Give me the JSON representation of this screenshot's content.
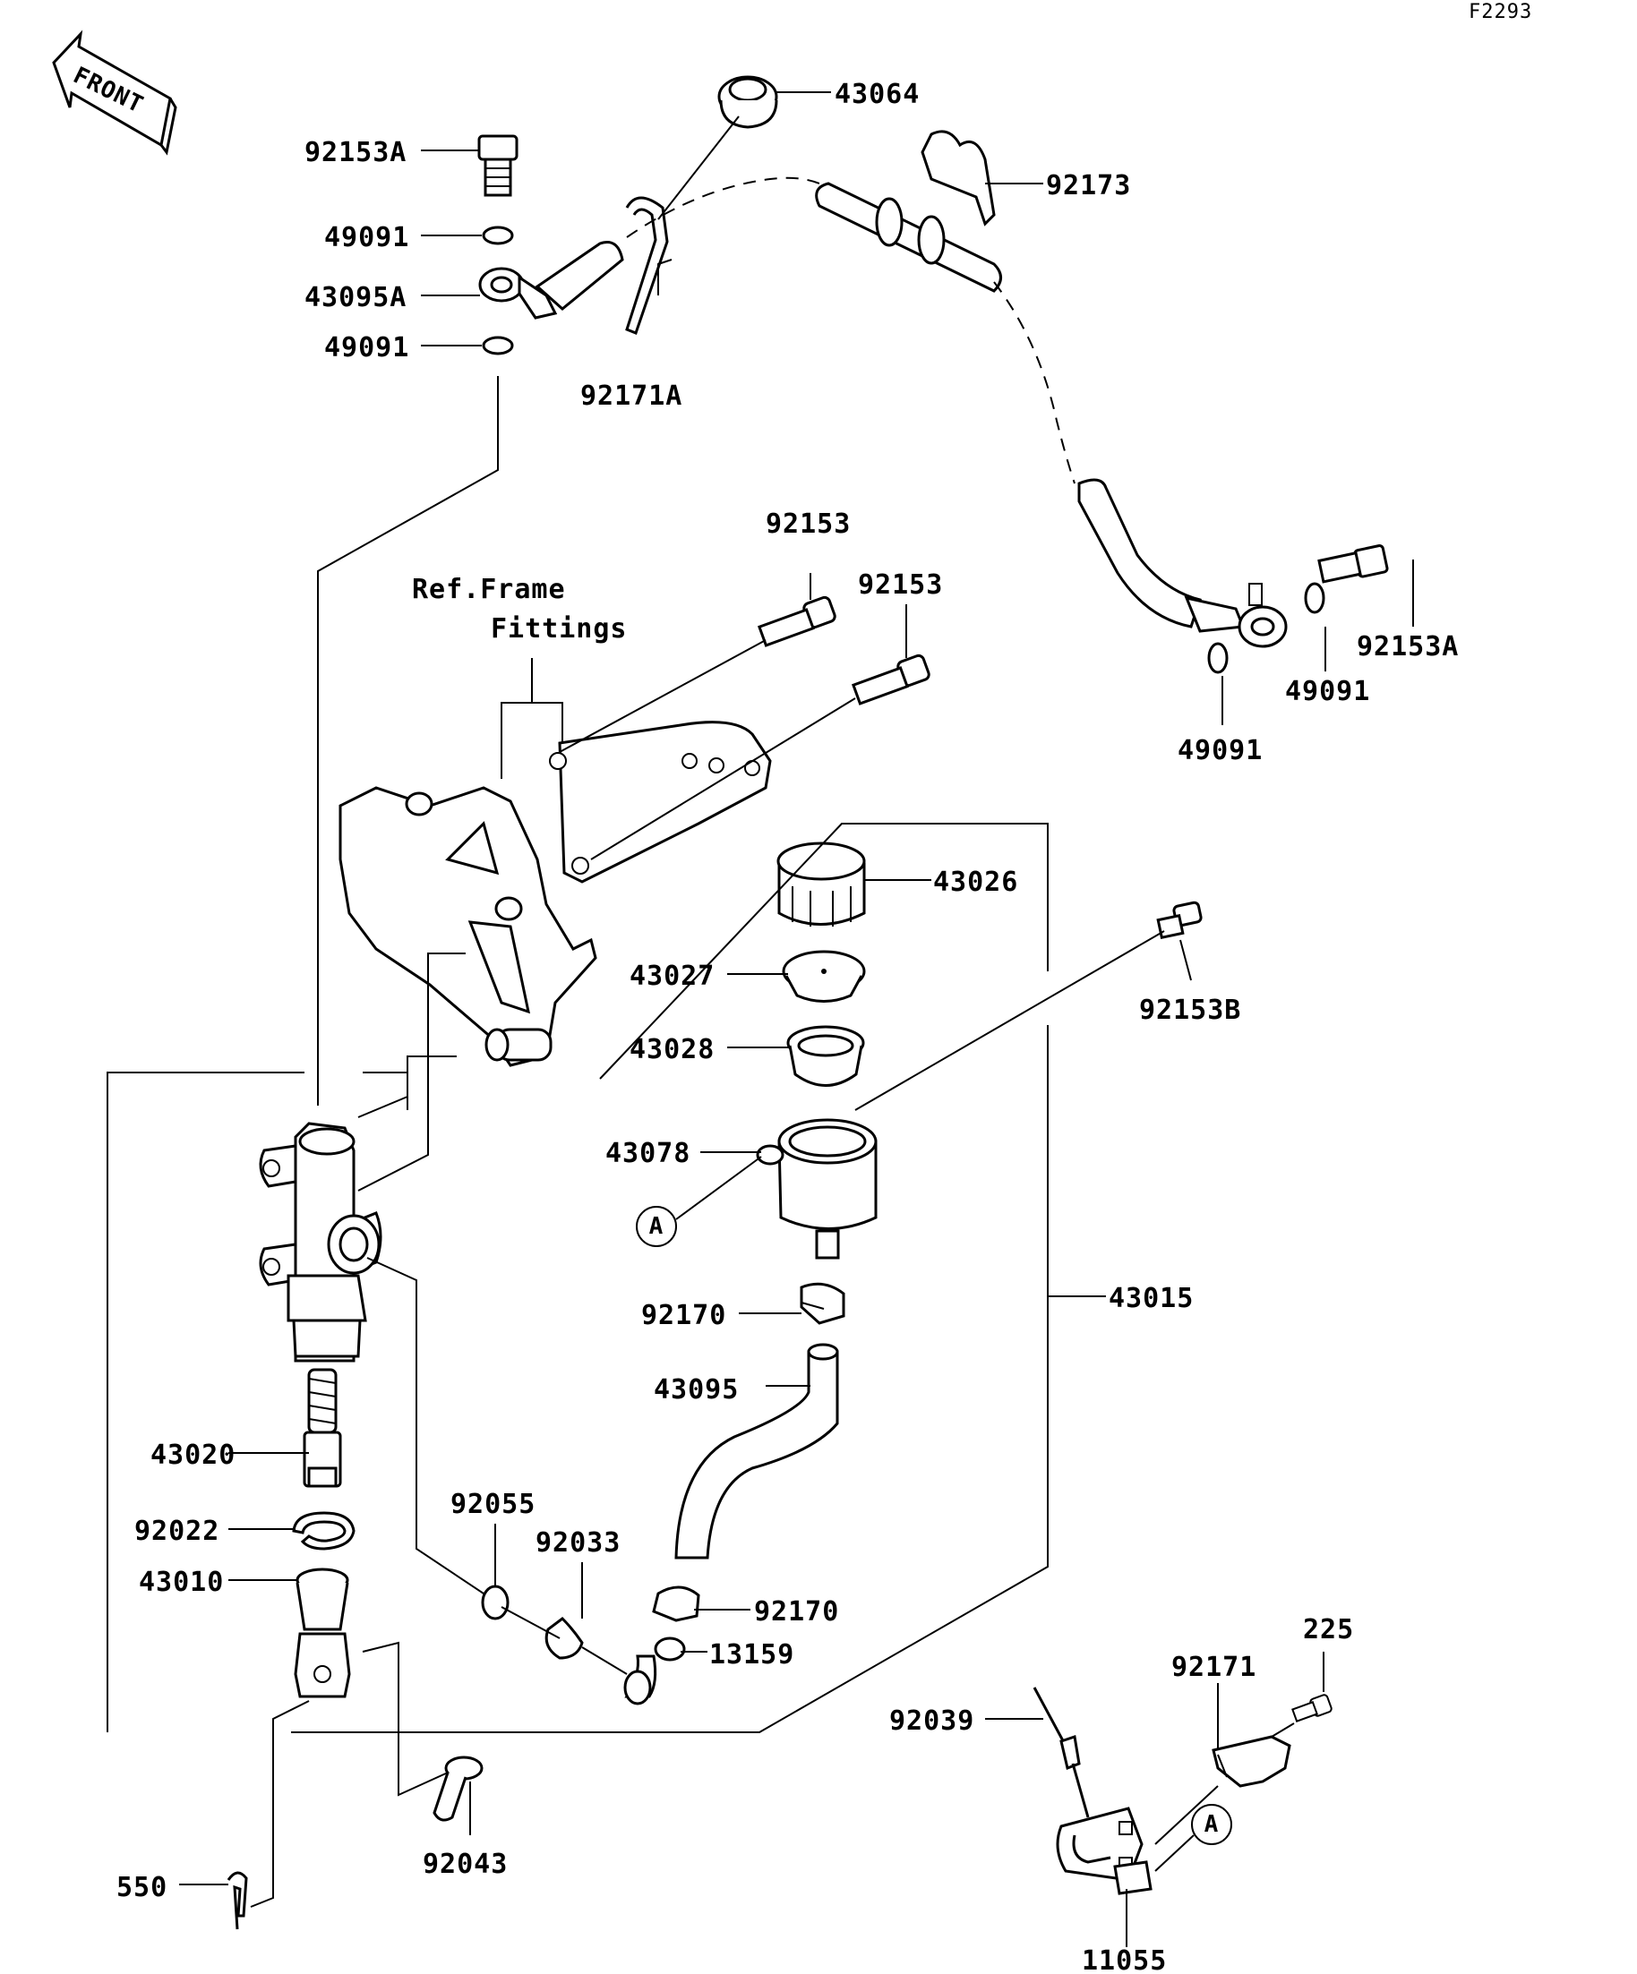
{
  "figure_id": "F2293",
  "front_label": "FRONT",
  "ref_note": {
    "line1": "Ref.Frame",
    "line2": "Fittings"
  },
  "reference_marker": "A",
  "parts": {
    "p43064": "43064",
    "p92173": "92173",
    "p92153A_top": "92153A",
    "p49091_a": "49091",
    "p43095A": "43095A",
    "p49091_b": "49091",
    "p92171A": "92171A",
    "p92153_a": "92153",
    "p92153_b": "92153",
    "p92153A_right": "92153A",
    "p49091_c": "49091",
    "p49091_d": "49091",
    "p43026": "43026",
    "p43027": "43027",
    "p92153B": "92153B",
    "p43028": "43028",
    "p43078": "43078",
    "p43015": "43015",
    "p92170_a": "92170",
    "p43095": "43095",
    "p43020": "43020",
    "p92055": "92055",
    "p92022": "92022",
    "p92033": "92033",
    "p43010": "43010",
    "p92170_b": "92170",
    "p13159": "13159",
    "p225": "225",
    "p92171": "92171",
    "p92039": "92039",
    "p92043": "92043",
    "p550": "550",
    "p11055": "11055"
  }
}
